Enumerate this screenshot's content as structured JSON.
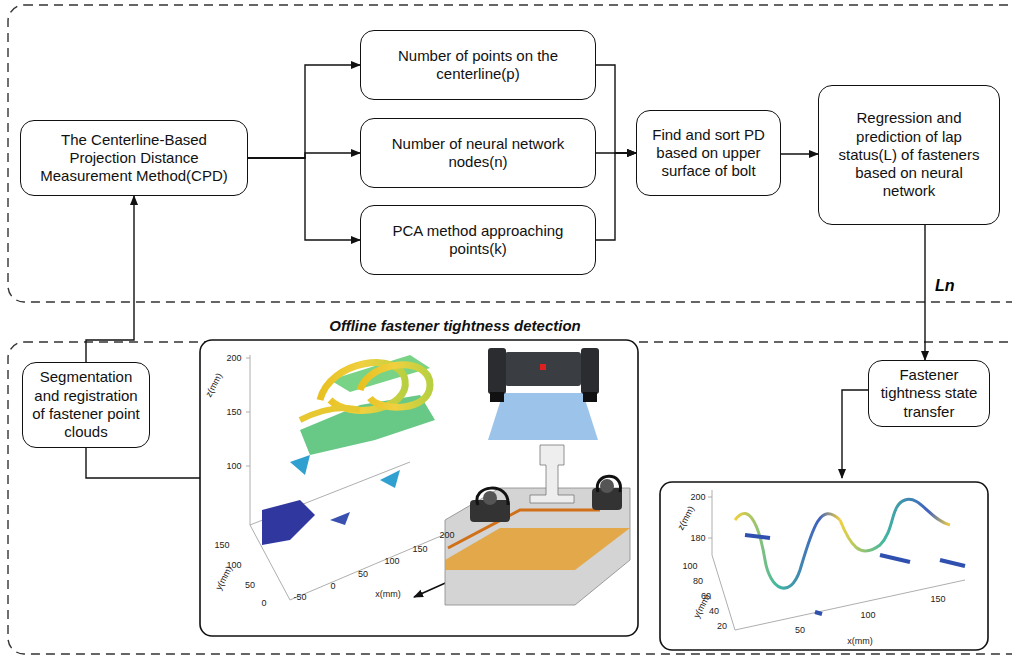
{
  "diagram": {
    "nodes": [
      {
        "text": [
          "The Centerline-Based Projection Distance Measurement Method(CPD)"
        ]
      },
      {
        "text": [
          "Number of points on the centerline(p)"
        ]
      },
      {
        "text": [
          "Number of neural network nodes(n)"
        ]
      },
      {
        "text": [
          "PCA method approaching points(k)"
        ]
      },
      {
        "text": [
          "Find and sort PD based on upper surface of bolt"
        ]
      },
      {
        "text": [
          "Regression and prediction of lap status(L) of fasteners based on neural network"
        ]
      },
      {
        "text": [
          "Segmentation and registration of fastener point clouds"
        ]
      },
      {
        "text": [
          "Fastener tightness state transfer"
        ]
      }
    ],
    "edges": [
      {
        "from": 0,
        "to": 1,
        "arrow": "to"
      },
      {
        "from": 0,
        "to": 2,
        "arrow": "to"
      },
      {
        "from": 0,
        "to": 3,
        "arrow": "to"
      },
      {
        "from": 1,
        "to": 4,
        "arrow": "to"
      },
      {
        "from": 2,
        "to": 4,
        "arrow": "to"
      },
      {
        "from": 3,
        "to": 4,
        "arrow": "to"
      },
      {
        "from": 4,
        "to": 5,
        "arrow": "to"
      },
      {
        "from": 5,
        "to": 7,
        "label": "Ln",
        "arrow": "to"
      },
      {
        "from": 6,
        "to": 0,
        "arrow": "to"
      }
    ],
    "labels": [
      "Offline fastener tightness detection",
      "z(mm)",
      "200",
      "150",
      "100",
      "y(mm)",
      "150",
      "100",
      "50",
      "0",
      "x(mm)",
      "-50",
      "0",
      "50",
      "100",
      "150",
      "200",
      "z(mm)",
      "200",
      "180",
      "y(mm)",
      "100",
      "80",
      "60",
      "40",
      "20",
      "x(mm)",
      "50",
      "100",
      "150"
    ]
  }
}
